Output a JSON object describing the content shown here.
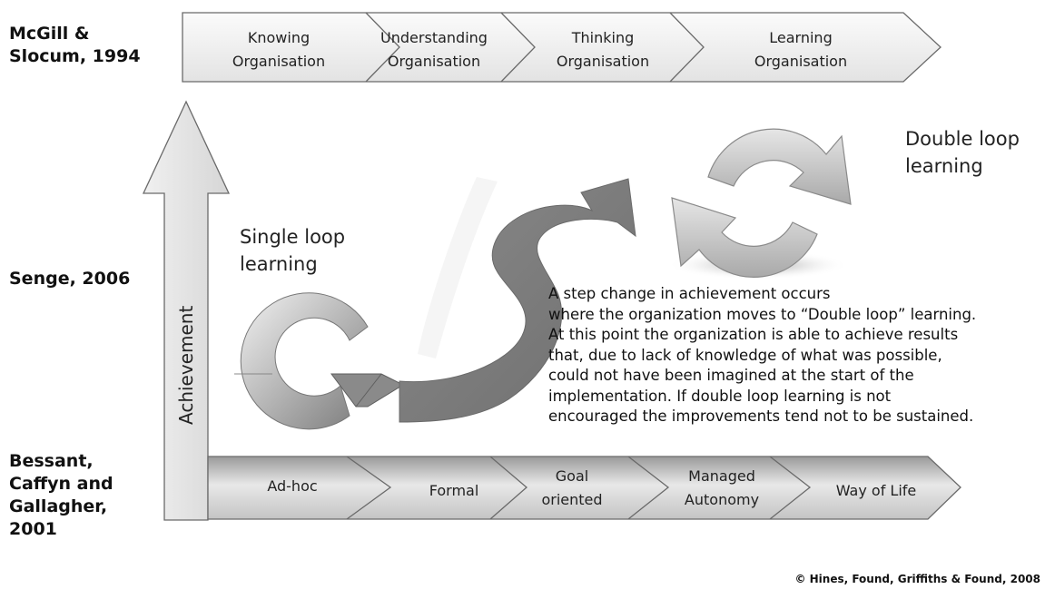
{
  "authors": {
    "mcgill": [
      "McGill &",
      "Slocum, 1994"
    ],
    "senge": [
      "Senge, 2006"
    ],
    "bessant": [
      "Bessant,",
      "Caffyn and",
      "Gallagher,",
      "2001"
    ]
  },
  "top_phases": [
    [
      "Knowing",
      "Organisation"
    ],
    [
      "Understanding",
      "Organisation"
    ],
    [
      "Thinking",
      "Organisation"
    ],
    [
      "Learning",
      "Organisation"
    ]
  ],
  "bottom_stages": [
    [
      "Ad-hoc"
    ],
    [
      "Formal"
    ],
    [
      "Goal",
      "oriented"
    ],
    [
      "Managed",
      "Autonomy"
    ],
    [
      "Way of Life"
    ]
  ],
  "axis_label": "Achievement",
  "single_loop": [
    "Single loop",
    "learning"
  ],
  "double_loop": [
    "Double loop",
    "learning"
  ],
  "description": [
    "A step change in achievement occurs",
    "where the organization moves to “Double loop” learning.",
    "At this point the organization is able to achieve results",
    "that, due to lack of knowledge of what was possible,",
    "could not have been imagined at the start of the",
    "implementation. If double loop learning is not",
    "encouraged the improvements tend not to be sustained."
  ],
  "copyright": "© Hines, Found, Griffiths & Found, 2008",
  "colors": {
    "arrow_fill": "#e2e2e2",
    "s_arrow": "#7a7a7a",
    "outline": "#6a6a6a"
  }
}
